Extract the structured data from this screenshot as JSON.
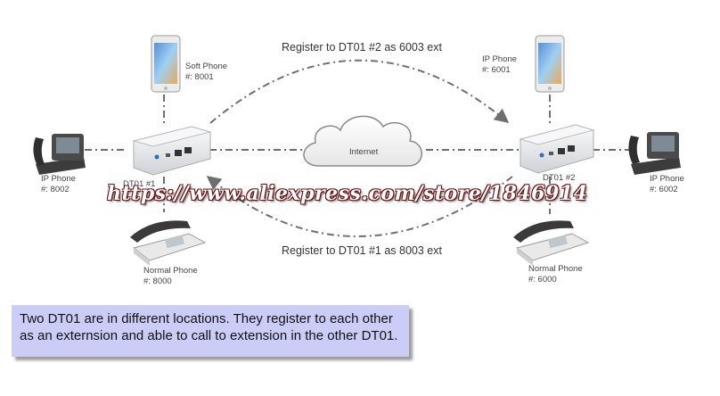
{
  "nodes": {
    "soft_phone": {
      "name": "Soft Phone",
      "number": "#: 8001"
    },
    "ip_phone_top_right": {
      "name": "IP Phone",
      "number": "#: 6001"
    },
    "ip_phone_left": {
      "name": "IP Phone",
      "number": "#: 8002"
    },
    "ip_phone_right": {
      "name": "IP Phone",
      "number": "#: 6002"
    },
    "dt01_left": {
      "name": "DT01 #1"
    },
    "dt01_right": {
      "name": "DT01 #2"
    },
    "internet": {
      "name": "Internet"
    },
    "normal_phone_left": {
      "name": "Normal Phone",
      "number": "#: 8000"
    },
    "normal_phone_right": {
      "name": "Normal Phone",
      "number": "#: 6000"
    }
  },
  "links": {
    "top_arc": "Register to DT01 #2 as 6003 ext",
    "bottom_arc": "Register to DT01 #1 as 8003 ext"
  },
  "watermark": "https://www.aliexpress.com/store/1846914",
  "caption": {
    "line1": "Two DT01 are in different locations. They register to each other",
    "line2": "as an externsion and able to call to extension in the other DT01."
  },
  "colors": {
    "connector": "#6f6f6f",
    "caption_bg": "#cbcdf7"
  }
}
